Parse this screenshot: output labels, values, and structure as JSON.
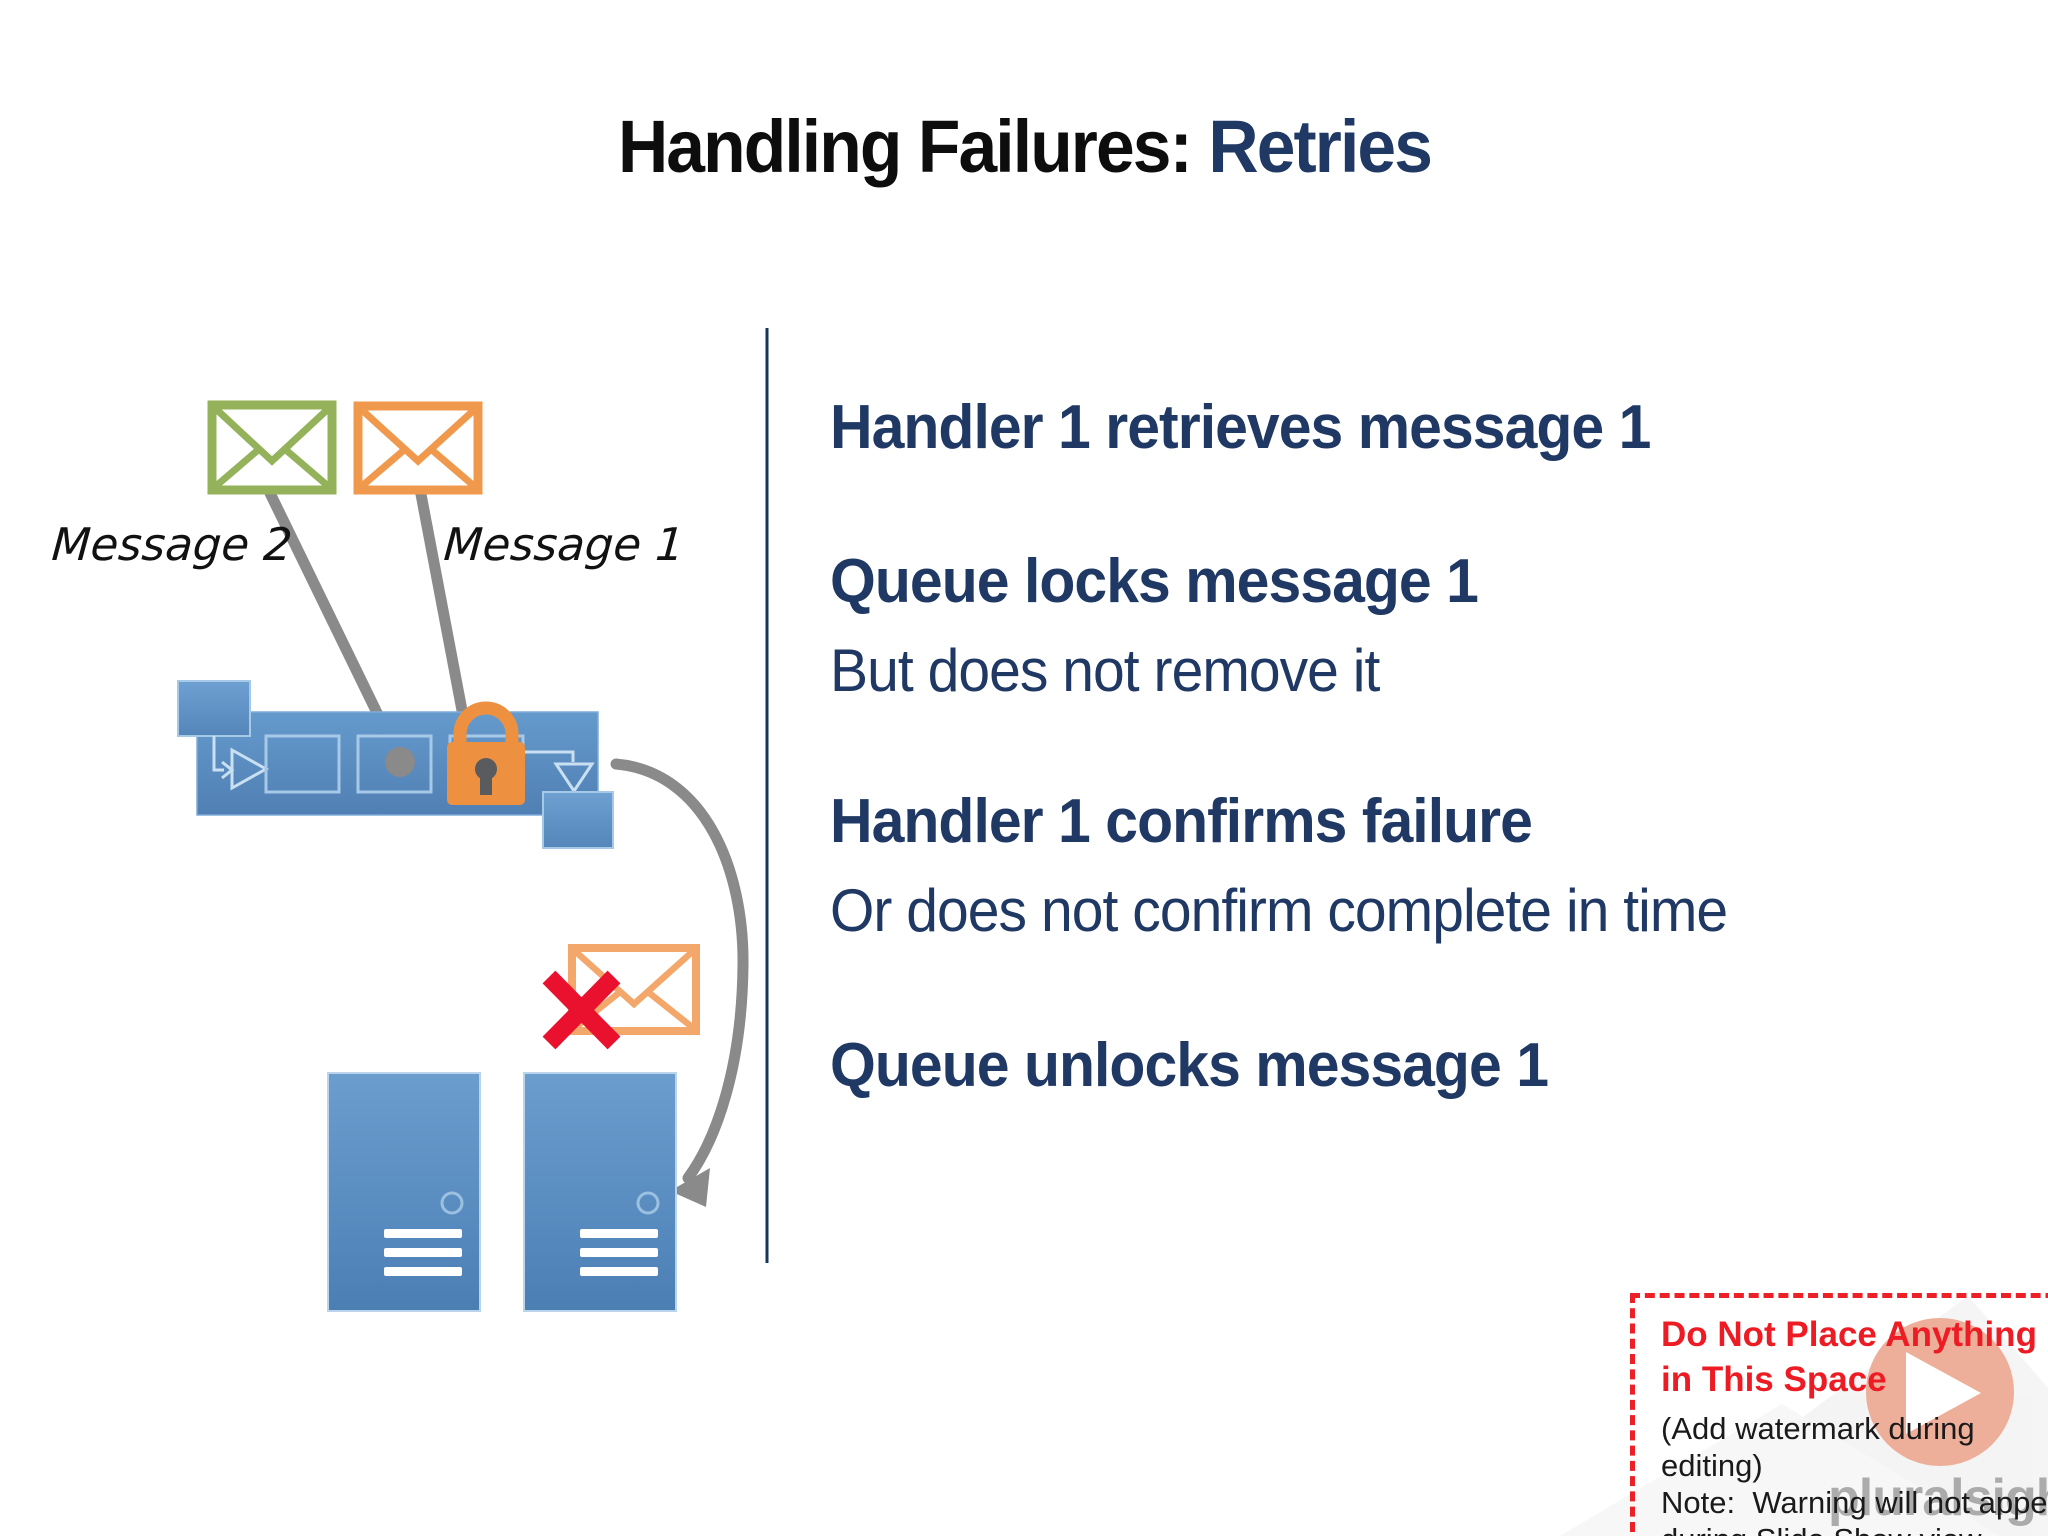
{
  "title": {
    "prefix": "Handling Failures: ",
    "highlight": "Retries"
  },
  "diagram": {
    "message2_label": "Message 2",
    "message1_label": "Message 1",
    "icons": [
      "green-envelope-icon",
      "orange-envelope-icon",
      "queue-bar",
      "play-triangle-icon",
      "queue-slot",
      "lock-icon",
      "down-triangle-icon",
      "handler-box",
      "failed-envelope-icon",
      "red-x-icon",
      "server-icon",
      "retry-arrow"
    ]
  },
  "right": {
    "sections": [
      {
        "heading": "Handler 1 retrieves message 1",
        "sub": ""
      },
      {
        "heading": "Queue locks message 1",
        "sub": "But does not remove it"
      },
      {
        "heading": "Handler 1 confirms failure",
        "sub": "Or does not confirm complete in time"
      },
      {
        "heading": "Queue unlocks message 1",
        "sub": ""
      }
    ]
  },
  "warning": {
    "red_lines": [
      "Do Not Place Anything",
      "in This Space"
    ],
    "black_lines": [
      "(Add watermark during",
      "editing)",
      "Note:  Warning will not appear",
      "during Slide Show view."
    ]
  },
  "watermark": {
    "brand": "pluralsight",
    "play_icon": "play-button-icon"
  },
  "colors": {
    "accent_navy": "#1f3864",
    "divider_navy": "#17365d",
    "queue_blue": "#5b8cc2",
    "lock_orange": "#ed9140",
    "envelope_green": "#94b25a",
    "envelope_orange": "#f0994c",
    "failed_envelope_orange": "#f3a76b",
    "error_red": "#e9112e",
    "warning_red": "#ed1c24",
    "connector_gray": "#8a8a8a",
    "watermark_salmon": "#ecab94",
    "watermark_gray": "#9a9a9a"
  }
}
